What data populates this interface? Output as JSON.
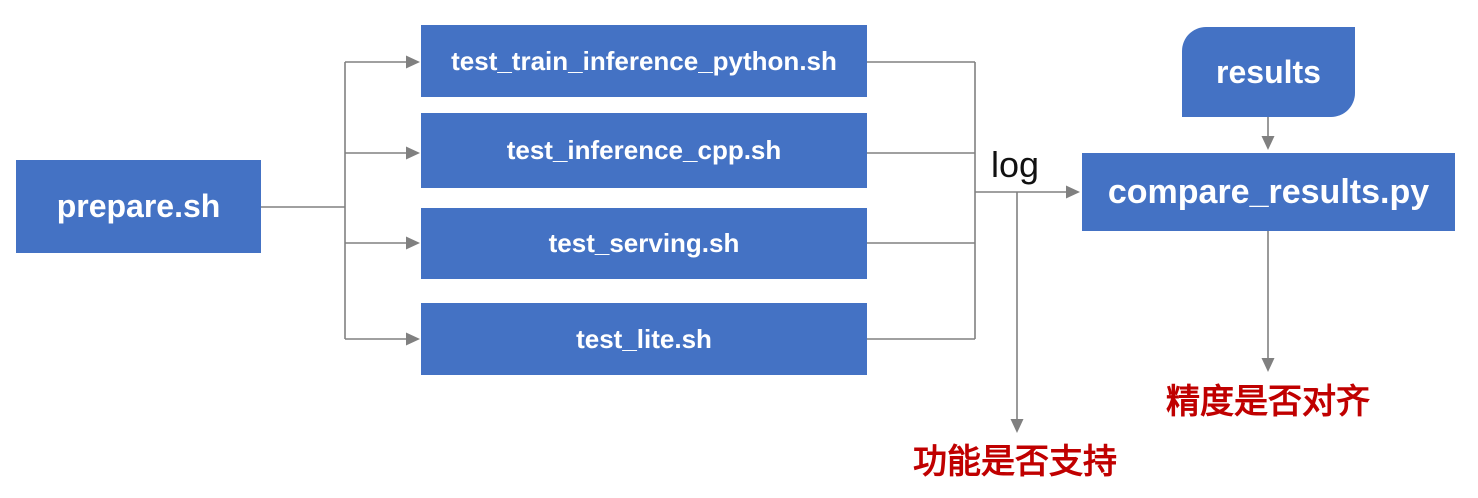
{
  "diagram": {
    "nodes": {
      "prepare": {
        "label": "prepare.sh"
      },
      "test_scripts": [
        {
          "label": "test_train_inference_python.sh"
        },
        {
          "label": "test_inference_cpp.sh"
        },
        {
          "label": "test_serving.sh"
        },
        {
          "label": "test_lite.sh"
        }
      ],
      "results": {
        "label": "results"
      },
      "compare": {
        "label": "compare_results.py"
      }
    },
    "edge_labels": {
      "log": "log"
    },
    "annotations": {
      "precision_aligned": {
        "text": "精度是否对齐"
      },
      "function_supported": {
        "text": "功能是否支持"
      }
    },
    "colors": {
      "node_fill": "#4472C4",
      "node_text": "#FFFFFF",
      "connector": "#808080",
      "edge_label_text": "#111111",
      "annotation_text": "#C00000",
      "background": "#FFFFFF"
    }
  }
}
